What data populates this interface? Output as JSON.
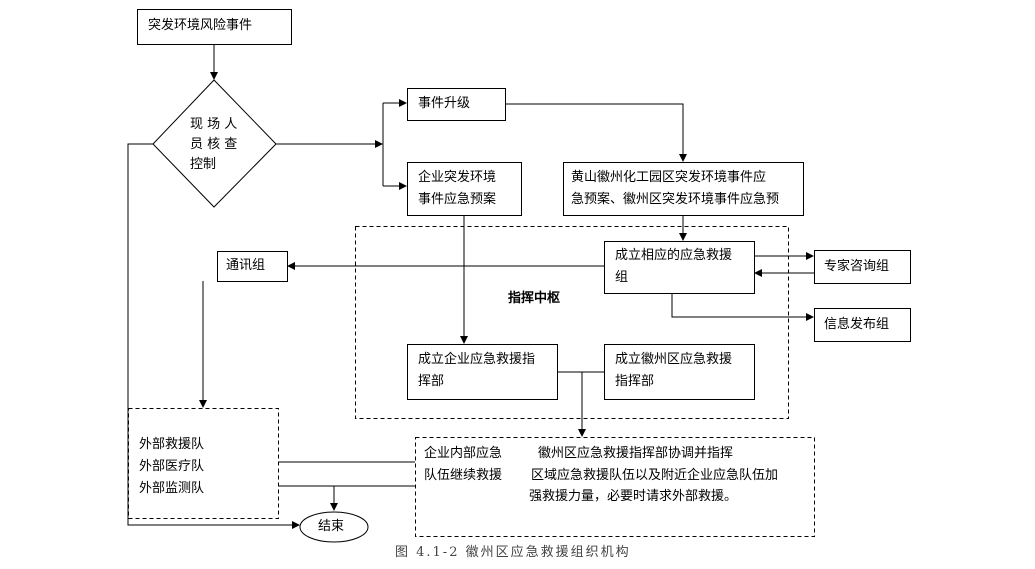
{
  "nodes": {
    "start": "突发环境风险事件",
    "check_l1": "现 场 人",
    "check_l2": "员 核 查",
    "check_l3": "控制",
    "upgrade": "事件升级",
    "enterprise_plan_l1": "企业突发环境",
    "enterprise_plan_l2": "事件应急预案",
    "district_plan_l1": "黄山徽州化工园区突发环境事件应",
    "district_plan_l2": "急预案、徽州区突发环境事件应急预",
    "rescue_group_l1": "成立相应的应急救援",
    "rescue_group_l2": "组",
    "comm": "通讯组",
    "expert": "专家咨询组",
    "info": "信息发布组",
    "command_center": "指挥中枢",
    "ent_hq_l1": "成立企业应急救援指",
    "ent_hq_l2": "挥部",
    "dist_hq_l1": "成立徽州区应急救援",
    "dist_hq_l2": "指挥部",
    "external_1": "外部救援队",
    "external_2": "外部医疗队",
    "external_3": "外部监测队",
    "internal_l1": "企业内部应急",
    "internal_l2": "队伍继续救援",
    "coord_l1": "徽州区应急救援指挥部协调并指挥",
    "coord_l2": "区域应急救援队伍以及附近企业应急队伍加",
    "coord_l3": "强救援力量，必要时请求外部救援。",
    "end": "结束"
  },
  "caption": "图 4.1-2  徽州区应急救援组织机构"
}
